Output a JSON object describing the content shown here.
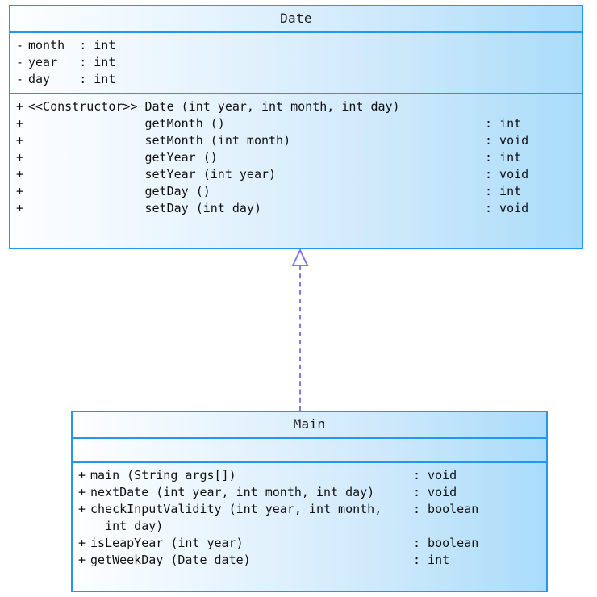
{
  "diagram": {
    "type": "uml-class-diagram",
    "accent_color": "#2196f3",
    "fill_gradient_from": "#fdfeff",
    "fill_gradient_to": "#a9dcfa",
    "connector_color": "#7b7bf0",
    "connector_style": "dashed-hollow-triangle"
  },
  "date_class": {
    "name": "Date",
    "attributes": [
      {
        "visibility": "-",
        "name": "month",
        "type": ": int"
      },
      {
        "visibility": "-",
        "name": "year",
        "type": ": int"
      },
      {
        "visibility": "-",
        "name": "day",
        "type": ": int"
      }
    ],
    "methods": [
      {
        "visibility": "+",
        "stereotype": "<<Constructor>>",
        "signature": "Date (int year, int month, int day)",
        "return": ""
      },
      {
        "visibility": "+",
        "stereotype": "",
        "signature": "getMonth ()",
        "return": ": int"
      },
      {
        "visibility": "+",
        "stereotype": "",
        "signature": "setMonth (int month)",
        "return": ": void"
      },
      {
        "visibility": "+",
        "stereotype": "",
        "signature": "getYear ()",
        "return": ": int"
      },
      {
        "visibility": "+",
        "stereotype": "",
        "signature": "setYear (int year)",
        "return": ": void"
      },
      {
        "visibility": "+",
        "stereotype": "",
        "signature": "getDay ()",
        "return": ": int"
      },
      {
        "visibility": "+",
        "stereotype": "",
        "signature": "setDay (int day)",
        "return": ": void"
      }
    ]
  },
  "main_class": {
    "name": "Main",
    "attributes": [],
    "methods": [
      {
        "visibility": "+",
        "signature": "main (String args[])",
        "return": ": void"
      },
      {
        "visibility": "+",
        "signature": "nextDate (int year, int month, int day)",
        "return": ": void"
      },
      {
        "visibility": "+",
        "signature": "checkInputValidity (int year, int month,\n  int day)",
        "return": ": boolean"
      },
      {
        "visibility": "+",
        "signature": "isLeapYear (int year)",
        "return": ": boolean"
      },
      {
        "visibility": "+",
        "signature": "getWeekDay (Date date)",
        "return": ": int"
      }
    ]
  }
}
